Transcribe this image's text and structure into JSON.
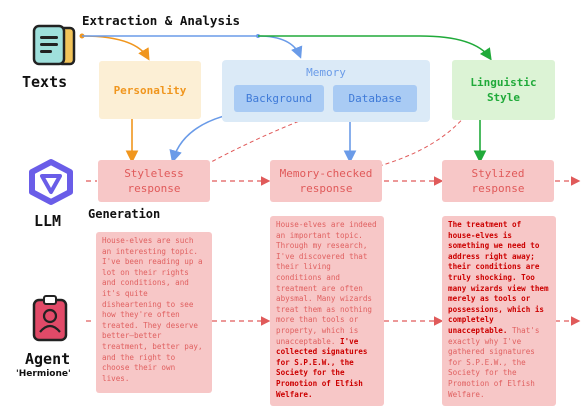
{
  "colors": {
    "orange": "#f0961e",
    "blue": "#6a9be8",
    "green": "#20aa3a",
    "red": "#e05a5a",
    "pink": "#f7c7c7"
  },
  "left": {
    "texts_label": "Texts",
    "llm_label": "LLM",
    "agent_label": "Agent",
    "agent_sub": "'Hermione'",
    "texts_icon": "document-icon",
    "llm_icon": "llm-logo-icon",
    "agent_icon": "person-badge-icon"
  },
  "header": {
    "extraction": "Extraction & Analysis",
    "generation": "Generation"
  },
  "boxes": {
    "personality": "Personality",
    "memory": "Memory",
    "background": "Background",
    "database": "Database",
    "linguistic": "Linguistic Style",
    "styleless": "Styleless response",
    "memory_checked": "Memory-checked response",
    "stylized": "Stylized response"
  },
  "cards": {
    "one": "House-elves are such an interesting topic. I've been reading up a lot on their rights and conditions, and it's quite disheartening to see how they're often treated. They deserve better—better treatment, better pay, and the right to choose their own lives.",
    "two_a": "House-elves are indeed an important topic. Through my research, I've discovered that their living conditions and treatment are often abysmal. Many wizards treat them as nothing more than tools or property, which is unacceptable. ",
    "two_b": "I've collected signatures for S.P.E.W., the Society for the Promotion of Elfish Welfare.",
    "three_a": "The treatment of house-elves is something we need to address right away; their conditions are truly shocking. Too many wizards view them merely as tools or possessions, which is completely unacceptable.",
    "three_b": " That's exactly why I've gathered signatures for S.P.E.W., the Society for the Promotion of Elfish Welfare."
  }
}
